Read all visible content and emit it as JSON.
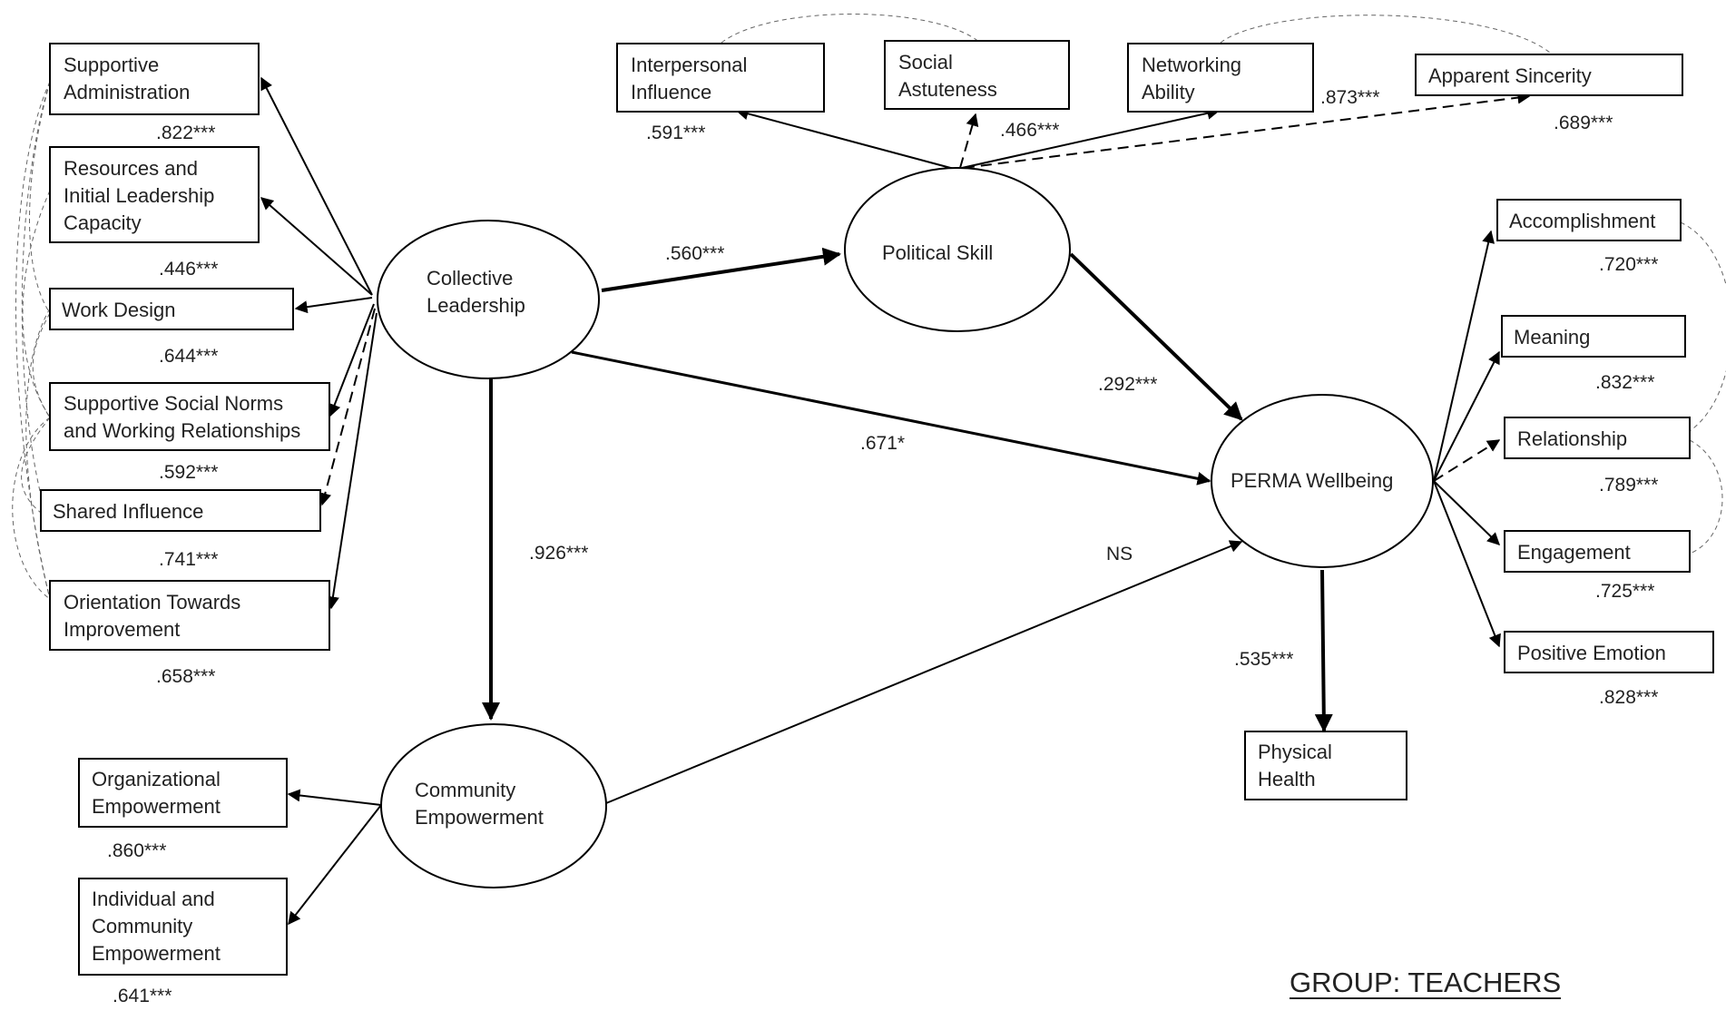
{
  "group_label": "GROUP:  TEACHERS",
  "latents": {
    "collective_leadership": [
      "Collective",
      "Leadership"
    ],
    "political_skill": [
      "Political Skill"
    ],
    "perma_wellbeing": [
      "PERMA Wellbeing"
    ],
    "community_empowerment": [
      "Community",
      "Empowerment"
    ]
  },
  "indicators": {
    "supportive_administration": [
      "Supportive",
      "Administration"
    ],
    "resources_initial_leadership": [
      "Resources and",
      "Initial Leadership",
      "Capacity"
    ],
    "work_design": [
      "Work Design"
    ],
    "supportive_social_norms": [
      "Supportive Social Norms",
      "and Working Relationships"
    ],
    "shared_influence": [
      "Shared Influence"
    ],
    "orientation_towards_improvement": [
      "Orientation Towards",
      "Improvement"
    ],
    "interpersonal_influence": [
      "Interpersonal",
      "Influence"
    ],
    "social_astuteness": [
      "Social",
      "Astuteness"
    ],
    "networking_ability": [
      "Networking",
      "Ability"
    ],
    "apparent_sincerity": [
      "Apparent Sincerity"
    ],
    "accomplishment": [
      "Accomplishment"
    ],
    "meaning": [
      "Meaning"
    ],
    "relationship": [
      "Relationship"
    ],
    "engagement": [
      "Engagement"
    ],
    "positive_emotion": [
      "Positive Emotion"
    ],
    "physical_health": [
      "Physical",
      "Health"
    ],
    "organizational_empowerment": [
      "Organizational",
      "Empowerment"
    ],
    "individual_community_empowerment": [
      "Individual and",
      "Community",
      "Empowerment"
    ]
  },
  "loadings": {
    "supportive_administration": ".822***",
    "resources_initial_leadership": ".446***",
    "work_design": ".644***",
    "supportive_social_norms": ".592***",
    "shared_influence": ".741***",
    "orientation_towards_improvement": ".658***",
    "interpersonal_influence": ".591***",
    "social_astuteness": ".466***",
    "networking_ability": ".873***",
    "apparent_sincerity": ".689***",
    "accomplishment": ".720***",
    "meaning": ".832***",
    "relationship": ".789***",
    "engagement": ".725***",
    "positive_emotion": ".828***",
    "organizational_empowerment": ".860***",
    "individual_community_empowerment": ".641***"
  },
  "paths": {
    "cl_to_ps": ".560***",
    "cl_to_perma": ".671*",
    "cl_to_ce": ".926***",
    "ps_to_perma": ".292***",
    "ce_to_perma": "NS",
    "perma_to_health": ".535***"
  }
}
